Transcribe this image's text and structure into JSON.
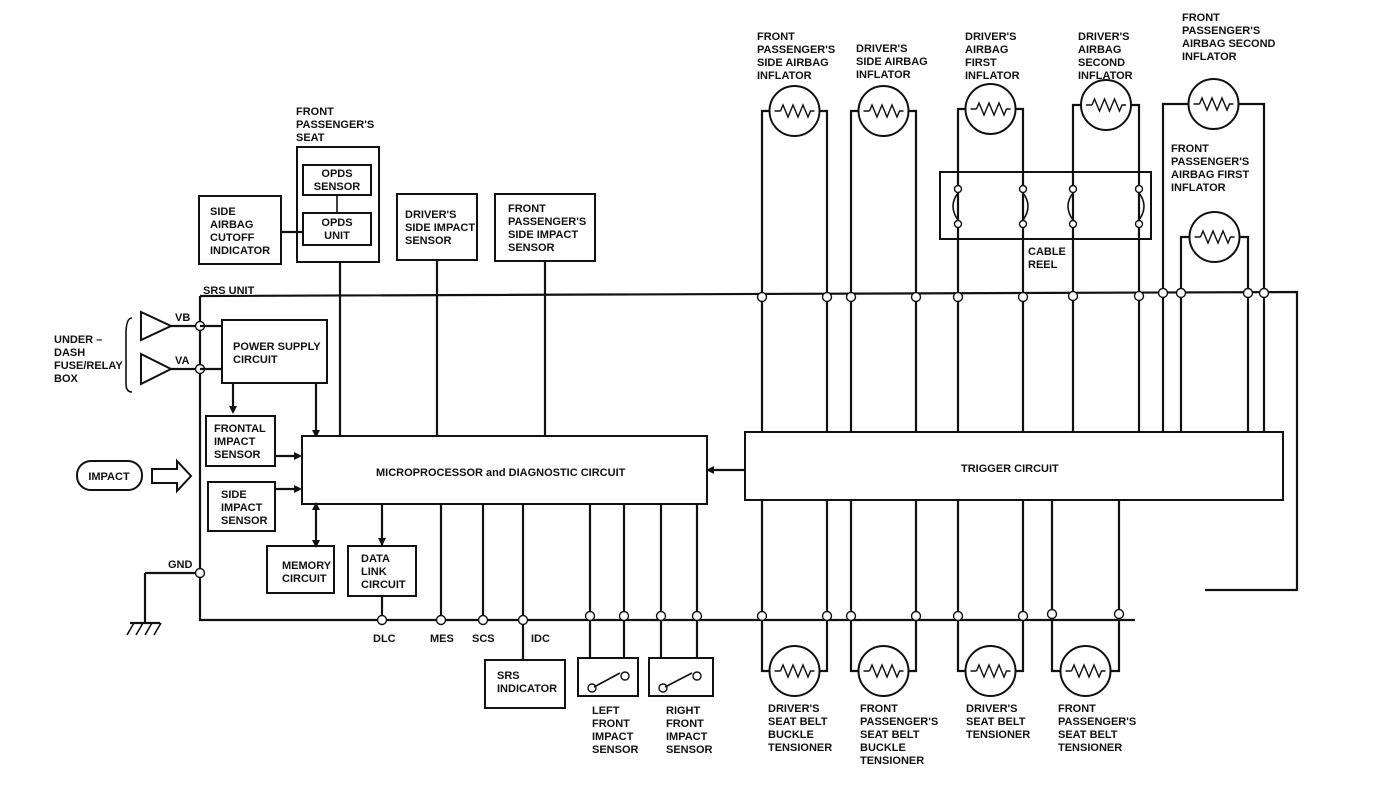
{
  "blocks": {
    "front_passenger_seat": "FRONT PASSENGER'S SEAT",
    "opds_sensor": "OPDS SENSOR",
    "opds_unit": "OPDS UNIT",
    "side_airbag_cutoff": "SIDE AIRBAG CUTOFF INDICATOR",
    "drivers_side_impact": "DRIVER'S SIDE IMPACT SENSOR",
    "front_pass_side_impact": "FRONT PASSENGER'S SIDE IMPACT SENSOR",
    "srs_unit": "SRS UNIT",
    "under_dash": "UNDER – DASH FUSE/RELAY BOX",
    "vb": "VB",
    "va": "VA",
    "power_supply": "POWER SUPPLY CIRCUIT",
    "frontal_impact": "FRONTAL IMPACT SENSOR",
    "impact": "IMPACT",
    "side_impact": "SIDE IMPACT SENSOR",
    "microprocessor": "MICROPROCESSOR and DIAGNOSTIC CIRCUIT",
    "trigger": "TRIGGER CIRCUIT",
    "memory": "MEMORY CIRCUIT",
    "data_link": "DATA LINK CIRCUIT",
    "gnd": "GND",
    "dlc": "DLC",
    "mes": "MES",
    "scs": "SCS",
    "idc": "IDC",
    "srs_indicator": "SRS INDICATOR",
    "left_front_impact": "LEFT FRONT IMPACT SENSOR",
    "right_front_impact": "RIGHT FRONT IMPACT SENSOR",
    "cable_reel": "CABLE REEL"
  },
  "inflators": {
    "fp_side": "FRONT PASSENGER'S SIDE AIRBAG INFLATOR",
    "drv_side": "DRIVER'S SIDE AIRBAG INFLATOR",
    "drv_first": "DRIVER'S AIRBAG FIRST INFLATOR",
    "drv_second": "DRIVER'S AIRBAG SECOND INFLATOR",
    "fp_second": "FRONT PASSENGER'S AIRBAG SECOND INFLATOR",
    "fp_first": "FRONT PASSENGER'S AIRBAG FIRST INFLATOR"
  },
  "tensioners": {
    "drv_buckle": "DRIVER'S SEAT BELT BUCKLE TENSIONER",
    "fp_buckle": "FRONT PASSENGER'S SEAT BELT BUCKLE TENSIONER",
    "drv_belt": "DRIVER'S SEAT BELT TENSIONER",
    "fp_belt": "FRONT PASSENGER'S SEAT BELT TENSIONER"
  }
}
